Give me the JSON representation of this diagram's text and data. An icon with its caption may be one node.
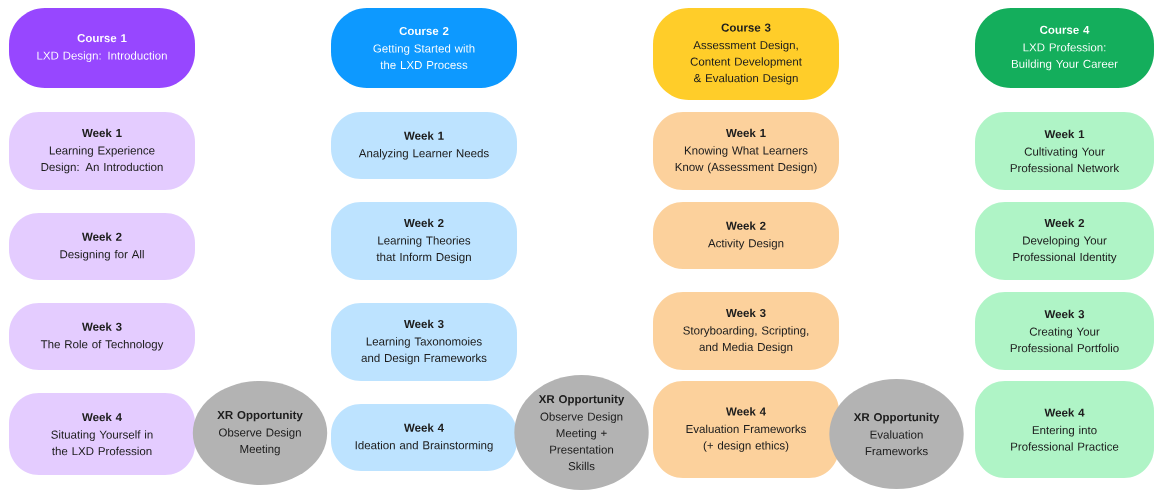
{
  "diagram": {
    "nodes": [
      {
        "text": [
          "Course 1",
          "LXD Design: Introduction"
        ]
      },
      {
        "text": [
          "Week 1",
          "Learning Experience Design: An Introduction"
        ]
      },
      {
        "text": [
          "Week 2",
          "Designing for All"
        ]
      },
      {
        "text": [
          "Week 3",
          "The Role of Technology"
        ]
      },
      {
        "text": [
          "Week 4",
          "Situating Yourself in the LXD Profession"
        ]
      },
      {
        "text": [
          "XR Opportunity",
          "Observe Design Meeting"
        ]
      },
      {
        "text": [
          "Course 2",
          "Getting Started with the LXD Process"
        ]
      },
      {
        "text": [
          "Week 1",
          "Analyzing Learner Needs"
        ]
      },
      {
        "text": [
          "Week 2",
          "Learning Theories that Inform Design"
        ]
      },
      {
        "text": [
          "Week 3",
          "Learning Taxonomoies and Design Frameworks"
        ]
      },
      {
        "text": [
          "Week 4",
          "Ideation and Brainstorming"
        ]
      },
      {
        "text": [
          "XR Opportunity",
          "Observe Design Meeting + Presentation Skills"
        ]
      },
      {
        "text": [
          "Course 3",
          "Assessment Design, Content Development & Evaluation Design"
        ]
      },
      {
        "text": [
          "Week 1",
          "Knowing What Learners Know (Assessment Design)"
        ]
      },
      {
        "text": [
          "Week 2",
          "Activity Design"
        ]
      },
      {
        "text": [
          "Week 3",
          "Storyboarding, Scripting, and Media Design"
        ]
      },
      {
        "text": [
          "Week 4",
          "Evaluation Frameworks (+ design ethics)"
        ]
      },
      {
        "text": [
          "XR Opportunity",
          "Evaluation Frameworks"
        ]
      },
      {
        "text": [
          "Course 4",
          "LXD Profession: Building Your Career"
        ]
      },
      {
        "text": [
          "Week 1",
          "Cultivating Your Professional Network"
        ]
      },
      {
        "text": [
          "Week 2",
          "Developing Your Professional Identity"
        ]
      },
      {
        "text": [
          "Week 3",
          "Creating Your Professional Portfolio"
        ]
      },
      {
        "text": [
          "Week 4",
          "Entering into Professional Practice"
        ]
      }
    ]
  }
}
